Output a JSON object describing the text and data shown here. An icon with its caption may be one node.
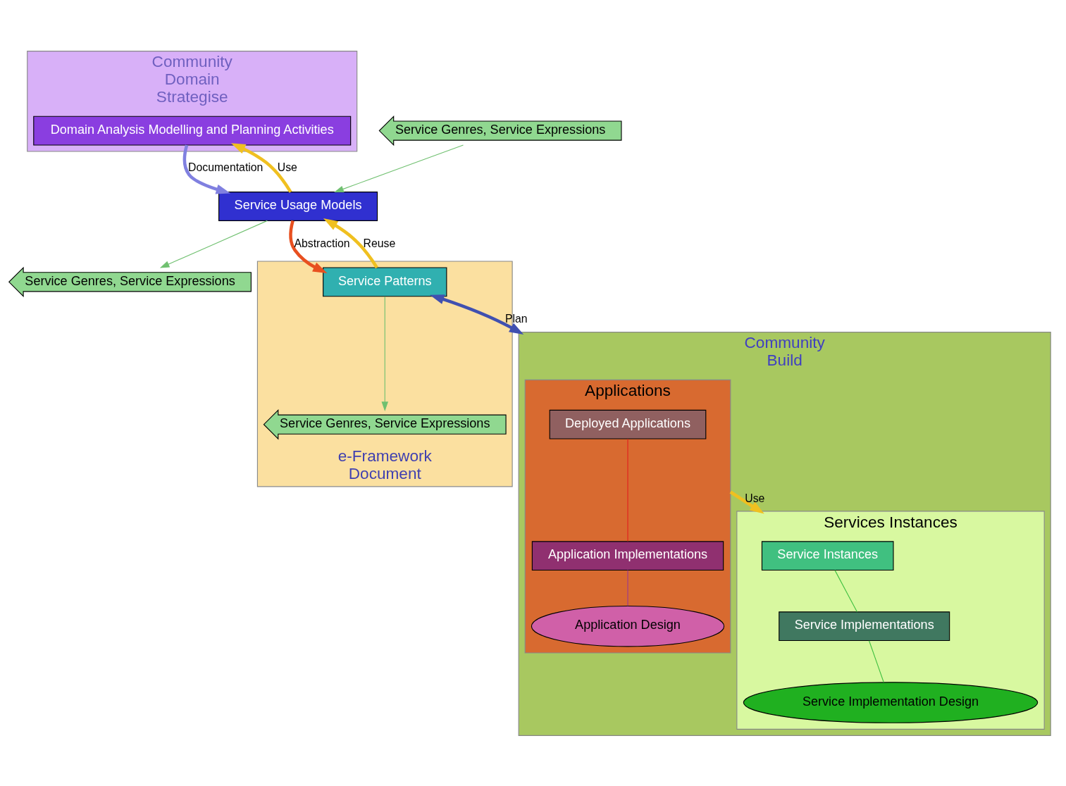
{
  "diagram": {
    "nodes": [
      {
        "text": [
          "Community",
          "Domain",
          "Strategise"
        ]
      },
      {
        "text": [
          "Domain Analysis Modelling and Planning Activities"
        ],
        "in": 0
      },
      {
        "text": [
          "Service Genres, Service Expressions"
        ]
      },
      {
        "text": [
          "Service Usage Models"
        ]
      },
      {
        "text": [
          "Service Genres, Service Expressions"
        ]
      },
      {
        "text": [
          "e-Framework",
          "Document"
        ]
      },
      {
        "text": [
          "Service Genres, Service Expressions"
        ],
        "in": 5
      },
      {
        "text": [
          "Service Patterns"
        ],
        "in": 5
      },
      {
        "text": [
          "Community",
          "Build"
        ]
      },
      {
        "text": [
          "Applications"
        ],
        "in": 8
      },
      {
        "text": [
          "Deployed Applications"
        ],
        "in": 9
      },
      {
        "text": [
          "Application Implementations"
        ],
        "in": 9
      },
      {
        "text": [
          "Application Design"
        ],
        "in": 9
      },
      {
        "text": [
          "Services Instances"
        ],
        "in": 8
      },
      {
        "text": [
          "Service Instances"
        ],
        "in": 13
      },
      {
        "text": [
          "Service Implementations"
        ],
        "in": 13
      },
      {
        "text": [
          "Service Implementation Design"
        ],
        "in": 13
      }
    ],
    "edges": [
      {
        "from": 1,
        "to": 3,
        "arrow": "to",
        "label": "Documentation",
        "style": "thick",
        "color": "#8080e0"
      },
      {
        "from": 3,
        "to": 1,
        "arrow": "to",
        "label": "Use",
        "style": "thick",
        "color": "#f0c020"
      },
      {
        "from": 3,
        "to": 7,
        "arrow": "to",
        "label": "Abstraction",
        "style": "thick",
        "color": "#e85020"
      },
      {
        "from": 7,
        "to": 3,
        "arrow": "to",
        "label": "Reuse",
        "style": "thick",
        "color": "#f0c020"
      },
      {
        "from": 3,
        "to": 2,
        "arrow": "to",
        "color": "#70c070"
      },
      {
        "from": 4,
        "to": 3,
        "arrow": "to",
        "color": "#70c070"
      },
      {
        "from": 7,
        "to": 6,
        "arrow": "to",
        "color": "#70c070"
      },
      {
        "from": 9,
        "to": 13,
        "arrow": "to",
        "label": "Use",
        "style": "thick",
        "color": "#f0c020"
      },
      {
        "from": 10,
        "to": 11,
        "arrow": "none",
        "color": "#e02020"
      },
      {
        "from": 11,
        "to": 12,
        "arrow": "none",
        "color": "#9b3a8c"
      },
      {
        "from": 14,
        "to": 15,
        "arrow": "none",
        "color": "#40c040"
      },
      {
        "from": 15,
        "to": 16,
        "arrow": "none",
        "color": "#40c040"
      },
      {
        "from": 7,
        "to": 8,
        "arrow": "both",
        "label": "Plan",
        "style": "thick",
        "color": "#4050b0"
      }
    ]
  }
}
